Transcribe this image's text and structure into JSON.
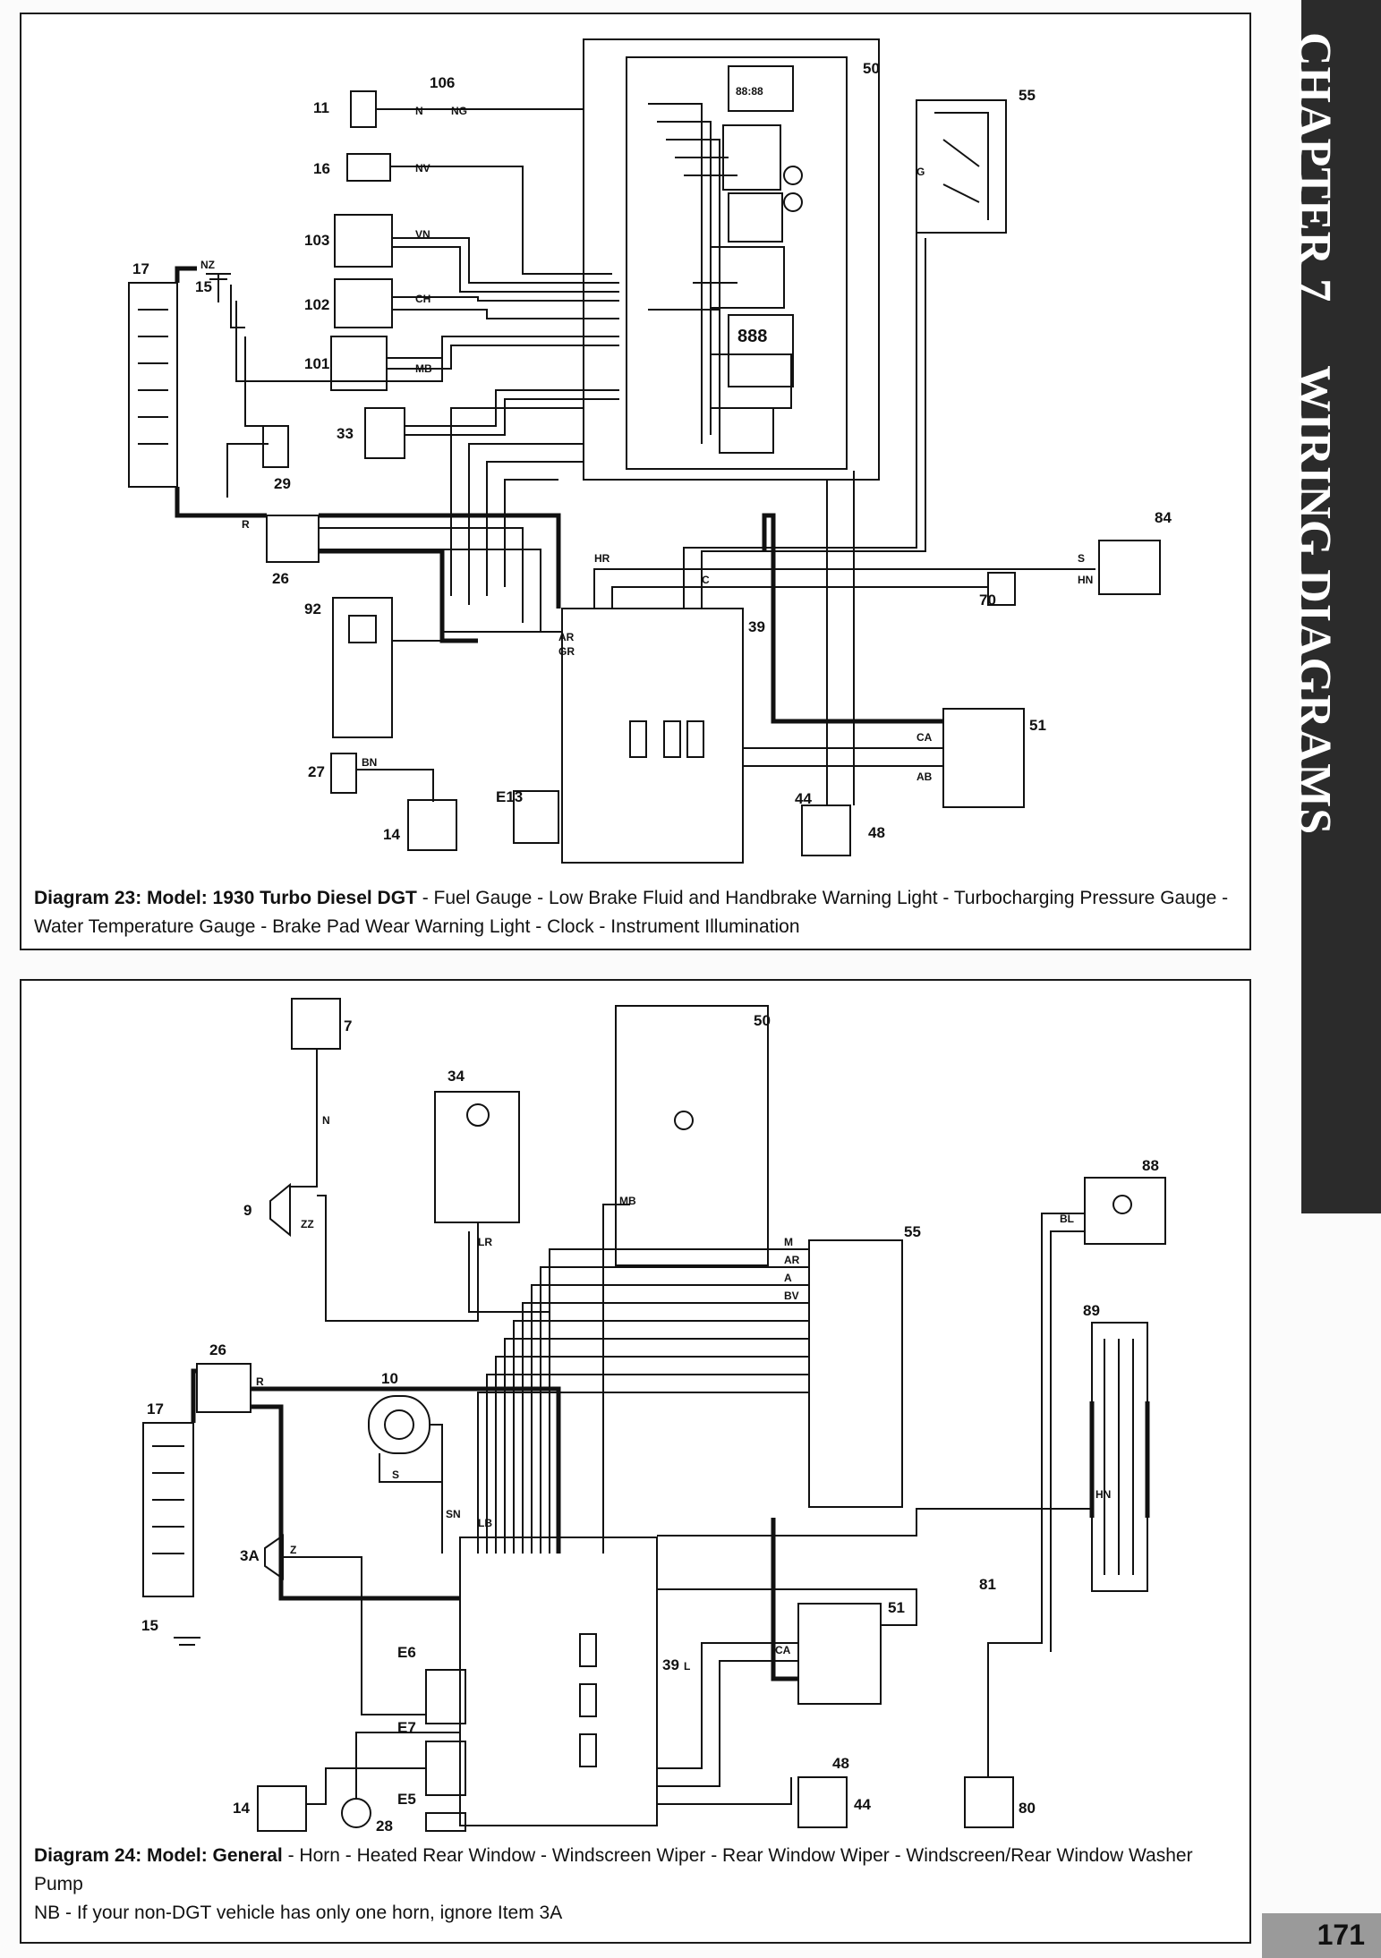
{
  "side_tab": {
    "chapter": "CHAPTER 7",
    "section": "WIRING DIAGRAMS"
  },
  "page_number": "171",
  "diagram_top": {
    "title": "Diagram 23: Model: 1930 Turbo Diesel DGT",
    "description": " - Fuel Gauge - Low Brake Fluid and Handbrake Warning Light - Turbocharging Pressure Gauge - Water Temperature Gauge - Brake Pad Wear Warning Light - Clock - Instrument Illumination",
    "labels": {
      "c11": "11",
      "c16": "16",
      "c103": "103",
      "c102": "102",
      "c101": "101",
      "c33": "33",
      "c29": "29",
      "c17": "17",
      "c15": "15",
      "c26": "26",
      "c92": "92",
      "c27": "27",
      "c14": "14",
      "c44": "44",
      "c48": "48",
      "c39": "39",
      "c51": "51",
      "c70": "70",
      "c84": "84",
      "c50": "50",
      "c55": "55",
      "ce13": "E13",
      "c106": "106",
      "w_nz": "NZ",
      "w_n": "N",
      "w_r": "R",
      "w_bn": "BN",
      "w_hr": "HR",
      "w_s": "S",
      "w_c": "C",
      "w_g": "G",
      "w_ca": "CA",
      "w_ab": "AB",
      "w_ar": "AR",
      "w_gr": "GR",
      "w_nv": "NV",
      "w_vn": "VN",
      "w_ch": "CH",
      "w_ng": "NG",
      "w_mb": "MB",
      "w_hn": "HN",
      "clock_display": "88:88",
      "gauge_display": "888"
    }
  },
  "diagram_bottom": {
    "title": "Diagram 24: Model: General",
    "description": " - Horn - Heated Rear Window - Windscreen Wiper - Rear Window Wiper - Windscreen/Rear Window Washer Pump",
    "note": "NB - If your non-DGT vehicle has only one horn, ignore Item 3A",
    "labels": {
      "c7": "7",
      "c34": "34",
      "c50": "50",
      "c9": "9",
      "c55": "55",
      "c88": "88",
      "c26": "26",
      "c10": "10",
      "c17": "17",
      "c89": "89",
      "c3a": "3A",
      "c15": "15",
      "c39": "39",
      "c51": "51",
      "c81": "81",
      "ce6": "E6",
      "ce7": "E7",
      "ce5": "E5",
      "c14": "14",
      "c28": "28",
      "c48": "48",
      "c44": "44",
      "c80": "80",
      "w_n": "N",
      "w_r": "R",
      "w_zz": "ZZ",
      "w_lr": "LR",
      "w_lb": "LB",
      "w_sn": "SN",
      "w_s": "S",
      "w_a": "A",
      "w_bv": "BV",
      "w_ar": "AR",
      "w_mb": "MB",
      "w_bl": "BL",
      "w_ca": "CA",
      "w_z": "Z",
      "w_hn": "HN",
      "w_m": "M",
      "w_l": "L"
    }
  }
}
